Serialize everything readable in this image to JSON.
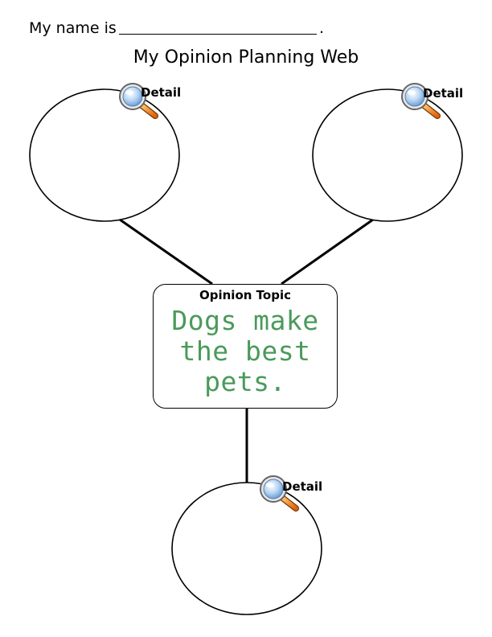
{
  "header": {
    "name_prompt": "My name is",
    "name_period": "."
  },
  "title": "My Opinion Planning Web",
  "details": [
    {
      "label": "Detail"
    },
    {
      "label": "Detail"
    },
    {
      "label": "Detail"
    }
  ],
  "topic": {
    "label": "Opinion Topic",
    "lines": [
      "Dogs make",
      "the best",
      "pets."
    ]
  },
  "colors": {
    "topic_text": "#4a9a5a",
    "magnifier_lens": "#9cc4ee",
    "magnifier_handle": "#f08a1c"
  },
  "icons": {
    "detail_icon": "magnifying-glass-icon"
  }
}
